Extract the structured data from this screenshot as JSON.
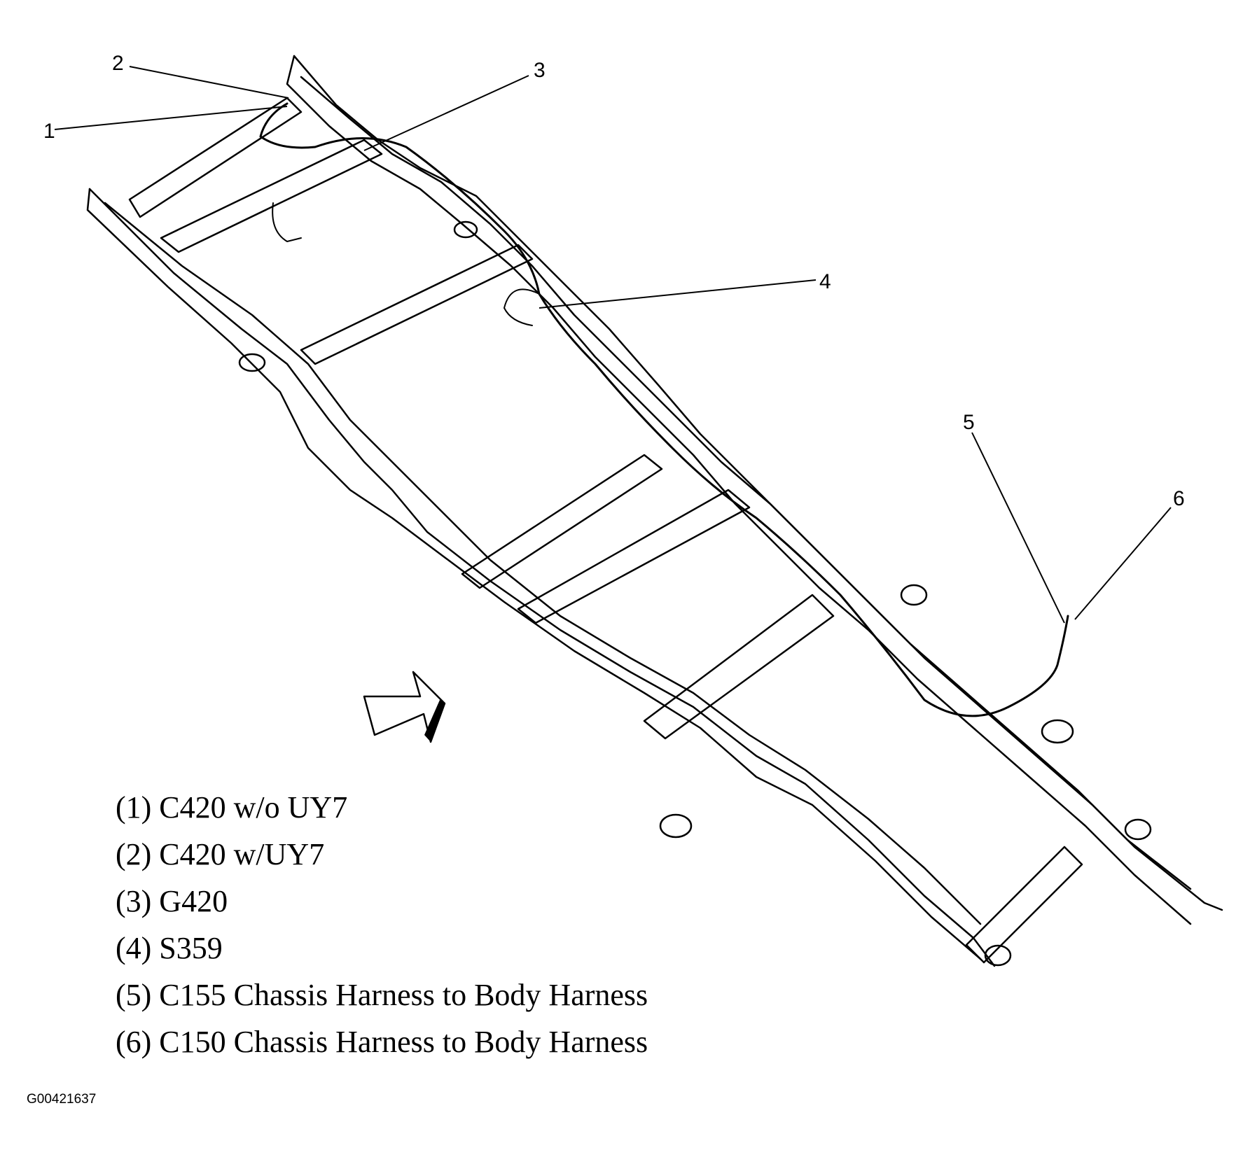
{
  "callouts": [
    {
      "number": "1",
      "target": "C420 w/o UY7 connector"
    },
    {
      "number": "2",
      "target": "C420 w/UY7 connector"
    },
    {
      "number": "3",
      "target": "G420 ground"
    },
    {
      "number": "4",
      "target": "S359 splice"
    },
    {
      "number": "5",
      "target": "C155 connector"
    },
    {
      "number": "6",
      "target": "C150 connector"
    }
  ],
  "legend": [
    "(1) C420 w/o UY7",
    "(2) C420 w/UY7",
    "(3) G420",
    "(4) S359",
    "(5) C155 Chassis Harness to Body Harness",
    "(6) C150 Chassis Harness to Body Harness"
  ],
  "figure_id": "G00421637",
  "icons": {
    "direction_arrow": "front-direction-arrow-icon"
  },
  "colors": {
    "line": "#000000",
    "background": "#ffffff"
  }
}
